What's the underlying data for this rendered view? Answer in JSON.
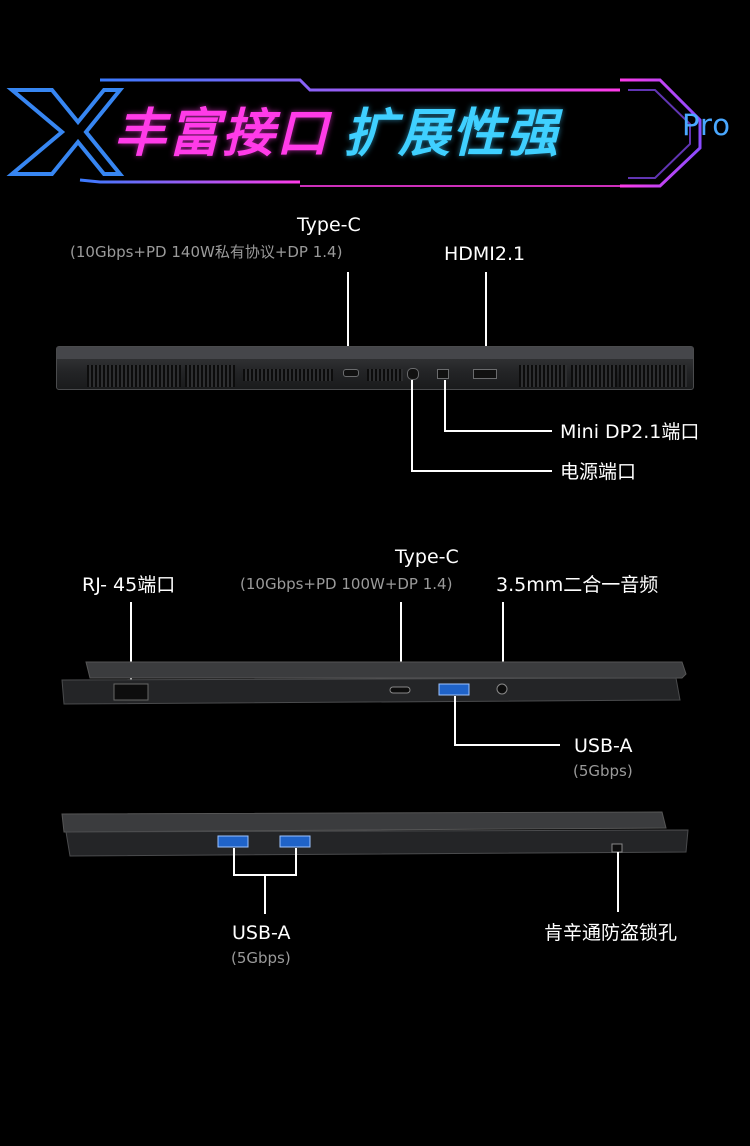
{
  "banner": {
    "title_part1": "丰富接口",
    "title_part2": "扩展性强",
    "pro_label": "Pro"
  },
  "rear_view": {
    "typec_label": "Type-C",
    "typec_spec": "(10Gbps+PD 140W私有协议+DP 1.4)",
    "hdmi_label": "HDMI2.1",
    "minidp_label": "Mini DP2.1端口",
    "power_label": "电源端口"
  },
  "left_view": {
    "rj45_label": "RJ- 45端口",
    "typec_label": "Type-C",
    "typec_spec": "(10Gbps+PD 100W+DP 1.4)",
    "audio_label": "3.5mm二合一音频",
    "usba_label": "USB-A",
    "usba_spec": "(5Gbps)"
  },
  "right_view": {
    "usba_label": "USB-A",
    "usba_spec": "(5Gbps)",
    "lock_label": "肯辛通防盗锁孔"
  },
  "colors": {
    "magenta": "#ff3be8",
    "cyan": "#3fd0ff",
    "usb_blue": "#1f63c9"
  }
}
